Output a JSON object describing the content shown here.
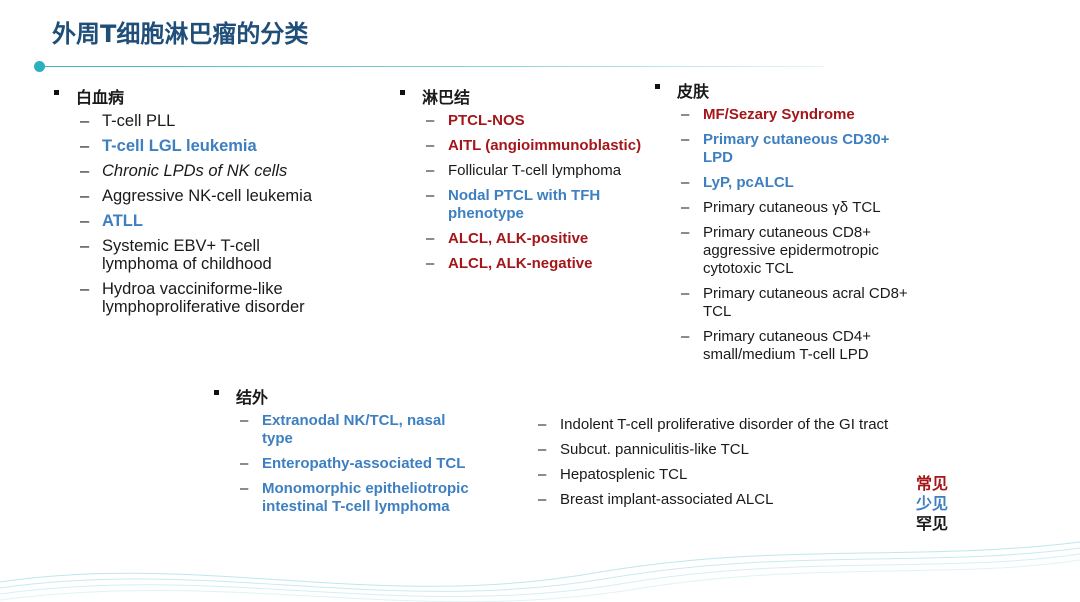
{
  "title": "外周T细胞淋巴瘤的分类",
  "colors": {
    "common": "#a4161a",
    "less_common": "#3d7fc0",
    "rare": "#111111",
    "accent": "#2bb0bf"
  },
  "sections": {
    "blood": {
      "heading": "白血病",
      "items": [
        {
          "text": "T-cell PLL",
          "style": "normal"
        },
        {
          "text": "T-cell LGL leukemia",
          "style": "blue"
        },
        {
          "text": "Chronic LPDs of NK cells",
          "style": "italic"
        },
        {
          "text": "Aggressive NK-cell leukemia",
          "style": "normal"
        },
        {
          "text": "ATLL",
          "style": "blue"
        },
        {
          "text": "Systemic EBV+ T-cell lymphoma of childhood",
          "style": "normal"
        },
        {
          "text": "Hydroa vacciniforme-like lymphoproliferative disorder",
          "style": "normal"
        }
      ]
    },
    "lymph": {
      "heading": "淋巴结",
      "items": [
        {
          "text": "PTCL-NOS",
          "style": "red"
        },
        {
          "text": "AITL (angioimmunoblastic)",
          "style": "red"
        },
        {
          "text": "Follicular T-cell lymphoma",
          "style": "normal"
        },
        {
          "text": "Nodal PTCL with TFH phenotype",
          "style": "blue"
        },
        {
          "text": "ALCL, ALK-positive",
          "style": "red"
        },
        {
          "text": "ALCL, ALK-negative",
          "style": "red"
        }
      ]
    },
    "skin": {
      "heading": "皮肤",
      "items": [
        {
          "text": "MF/Sezary Syndrome",
          "style": "red"
        },
        {
          "text": "Primary cutaneous CD30+ LPD",
          "style": "blue"
        },
        {
          "text": "LyP, pcALCL",
          "style": "blue"
        },
        {
          "text": "Primary cutaneous γδ TCL",
          "style": "normal"
        },
        {
          "text": "Primary cutaneous CD8+ aggressive epidermotropic cytotoxic TCL",
          "style": "normal"
        },
        {
          "text": "Primary cutaneous acral CD8+ TCL",
          "style": "normal"
        },
        {
          "text": "Primary cutaneous CD4+ small/medium T-cell LPD",
          "style": "normal"
        }
      ]
    },
    "extranodal": {
      "heading": "结外",
      "items_left": [
        {
          "text": "Extranodal NK/TCL, nasal type",
          "style": "blue"
        },
        {
          "text": "Enteropathy-associated TCL",
          "style": "blue"
        },
        {
          "text": "Monomorphic epitheliotropic intestinal T-cell lymphoma",
          "style": "blue"
        }
      ],
      "items_right": [
        {
          "text": "Indolent T-cell proliferative disorder of the GI tract",
          "style": "normal"
        },
        {
          "text": "Subcut. panniculitis-like TCL",
          "style": "normal"
        },
        {
          "text": "Hepatosplenic TCL",
          "style": "normal"
        },
        {
          "text": "Breast implant-associated ALCL",
          "style": "normal"
        }
      ]
    }
  },
  "legend": {
    "common": "常见",
    "less_common": "少见",
    "rare": "罕见"
  }
}
